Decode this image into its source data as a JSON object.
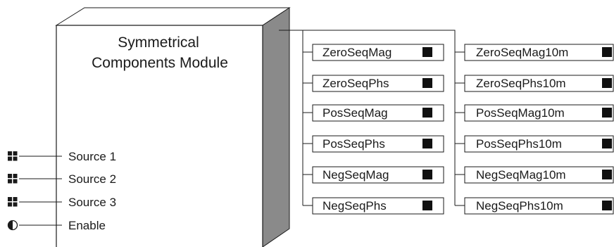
{
  "module": {
    "title_line1": "Symmetrical",
    "title_line2": "Components Module"
  },
  "inputs": [
    {
      "label": "Source 1",
      "icon": "numeric-input-icon"
    },
    {
      "label": "Source 2",
      "icon": "numeric-input-icon"
    },
    {
      "label": "Source 3",
      "icon": "numeric-input-icon"
    },
    {
      "label": "Enable",
      "icon": "boolean-input-icon"
    }
  ],
  "outputs_left": [
    "ZeroSeqMag",
    "ZeroSeqPhs",
    "PosSeqMag",
    "PosSeqPhs",
    "NegSeqMag",
    "NegSeqPhs"
  ],
  "outputs_right": [
    "ZeroSeqMag10m",
    "ZeroSeqPhs10m",
    "PosSeqMag10m",
    "PosSeqPhs10m",
    "NegSeqMag10m",
    "NegSeqPhs10m"
  ],
  "colors": {
    "line": "#1a1a1a",
    "side_face": "#8a8a8a",
    "top_face": "#ffffff",
    "output_marker": "#111111"
  }
}
